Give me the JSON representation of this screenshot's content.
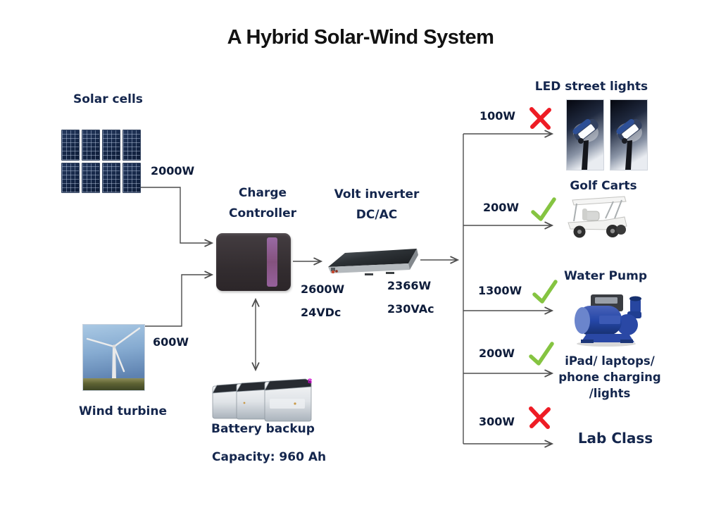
{
  "title": "A Hybrid Solar-Wind System",
  "colors": {
    "check_green": "#85c441",
    "cross_red": "#ee1c25",
    "wire_gray": "#4d4d4d",
    "label_navy": "#14264d",
    "controller_body": "#363035",
    "controller_stripe": "#90609a"
  },
  "sources": {
    "solar": {
      "label": "Solar cells",
      "output": "2000W"
    },
    "wind": {
      "label": "Wind turbine",
      "output": "600W"
    }
  },
  "controller": {
    "name_line1": "Charge",
    "name_line2": "Controller"
  },
  "inverter": {
    "name_line1": "Volt inverter",
    "name_line2": "DC/AC",
    "dc_power": "2600W",
    "dc_voltage": "24VDc",
    "ac_power": "2366W",
    "ac_voltage": "230VAc"
  },
  "battery": {
    "label": "Battery backup",
    "capacity": "Capacity: 960 Ah",
    "watermark": "8"
  },
  "loads": [
    {
      "power": "100W",
      "status": "rejected",
      "status_icon": "cross-icon",
      "label": "LED street lights"
    },
    {
      "power": "200W",
      "status": "approved",
      "status_icon": "check-icon",
      "label": "Golf Carts"
    },
    {
      "power": "1300W",
      "status": "approved",
      "status_icon": "check-icon",
      "label": "Water Pump"
    },
    {
      "power": "200W",
      "status": "approved",
      "status_icon": "check-icon",
      "label_lines": [
        "iPad/ laptops/",
        "phone charging",
        "/lights"
      ]
    },
    {
      "power": "300W",
      "status": "rejected",
      "status_icon": "cross-icon",
      "label": "Lab Class"
    }
  ]
}
